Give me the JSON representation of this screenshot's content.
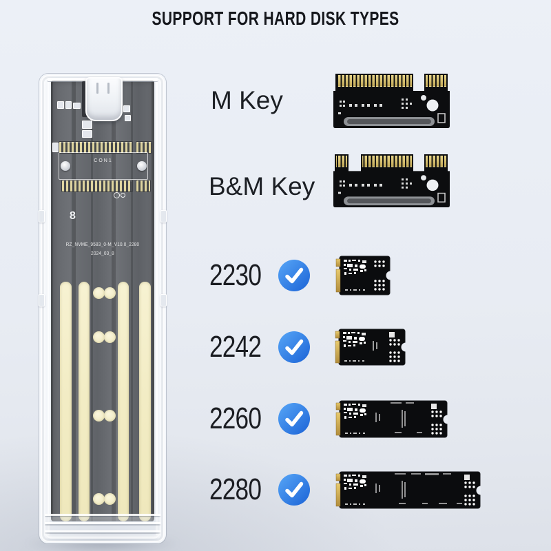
{
  "title": "SUPPORT FOR HARD DISK TYPES",
  "key_types": [
    {
      "label": "M Key"
    },
    {
      "label": "B&M Key"
    }
  ],
  "sizes": [
    {
      "label": "2230",
      "supported": true
    },
    {
      "label": "2242",
      "supported": true
    },
    {
      "label": "2260",
      "supported": true
    },
    {
      "label": "2280",
      "supported": true
    }
  ],
  "icons": {
    "supported_check": "✓"
  },
  "colors": {
    "background_top": "#ecf0f7",
    "background_bottom": "#dde1e9",
    "title_text": "#15171c",
    "label_text": "#1b1d22",
    "check_blue_start": "#57a6f7",
    "check_blue_end": "#1b63d6",
    "pcb_gold": "#ded49f",
    "ssd_gold": "#dbbb5e",
    "ssd_black": "#0b0c0e"
  },
  "enclosure": {
    "connector_label": "CON1",
    "silkscreen_line1": "RZ_NVME_9583_0-M_V10.0_2280",
    "silkscreen_line2": "2024_03_8",
    "logo_text": "8"
  }
}
